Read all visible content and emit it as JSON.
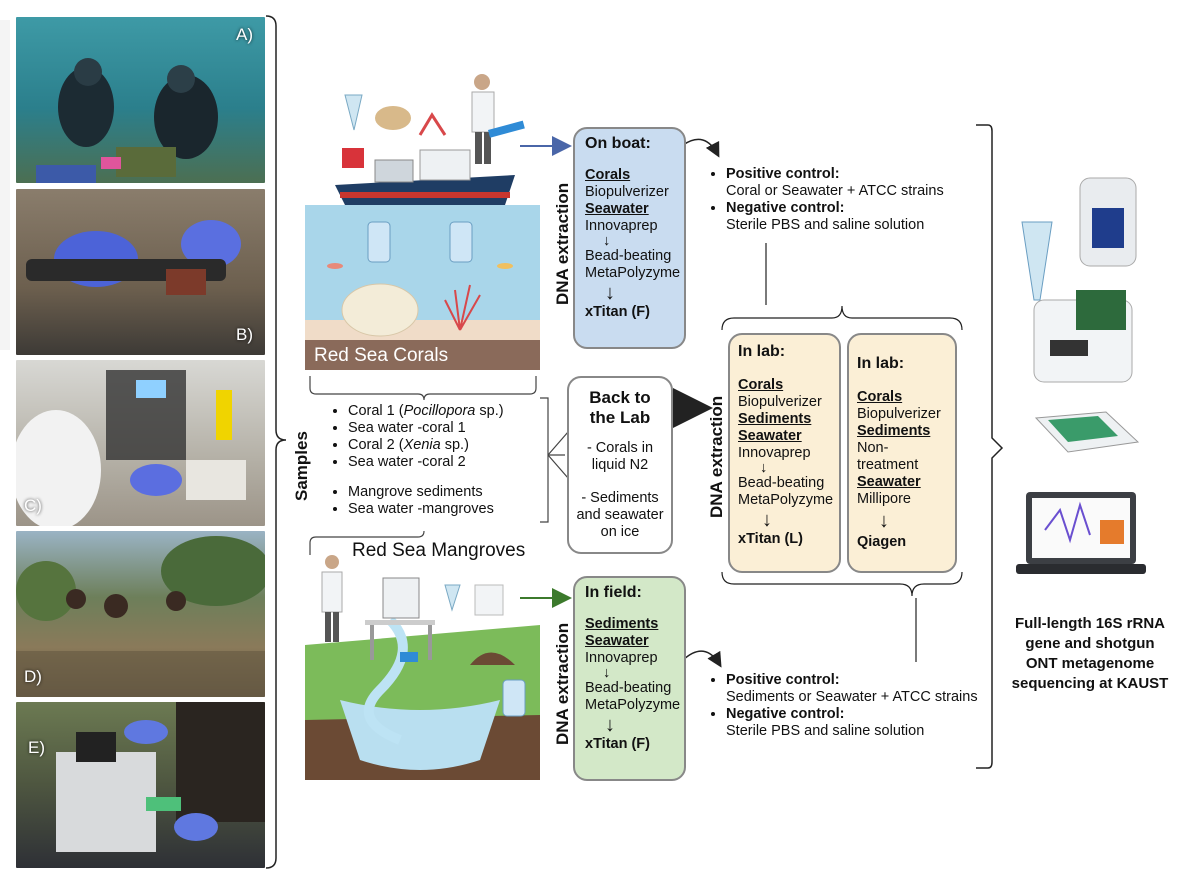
{
  "photos": [
    {
      "label": "A)",
      "label_pos": "top-right"
    },
    {
      "label": "B)",
      "label_pos": "bottom-right"
    },
    {
      "label": "C)",
      "label_pos": "bottom-left"
    },
    {
      "label": "D)",
      "label_pos": "bottom-left"
    },
    {
      "label": "E)",
      "label_pos": "top-left"
    }
  ],
  "scenes": {
    "corals_label": "Red Sea Corals",
    "mangroves_label": "Red Sea Mangroves"
  },
  "samples": {
    "heading": "Samples",
    "items_a": [
      {
        "pre": "Coral 1 (",
        "em": "Pocillopora",
        "post": " sp.)"
      },
      {
        "pre": "Sea water -coral 1",
        "em": "",
        "post": ""
      },
      {
        "pre": "Coral 2 (",
        "em": "Xenia",
        "post": " sp.)"
      },
      {
        "pre": "Sea water -coral 2",
        "em": "",
        "post": ""
      }
    ],
    "items_b": [
      "Mangrove sediments",
      "Sea water -mangroves"
    ]
  },
  "boat_box": {
    "side_label": "DNA extraction",
    "title": "On boat:",
    "corals": "Corals",
    "corals_method": "Biopulverizer",
    "seawater": "Seawater",
    "seawater_method": "Innovaprep",
    "step1": "Bead-beating",
    "step2": "MetaPolyzyme",
    "result": "xTitan (F)"
  },
  "field_box": {
    "side_label": "DNA extraction",
    "title": "In field:",
    "sediments": "Sediments",
    "seawater": "Seawater",
    "method": "Innovaprep",
    "step1": "Bead-beating",
    "step2": "MetaPolyzyme",
    "result": "xTitan (F)"
  },
  "controls_top": {
    "pos_label": "Positive control:",
    "pos_text": "Coral or Seawater + ATCC strains",
    "neg_label": "Negative control:",
    "neg_text": "Sterile PBS and saline solution"
  },
  "controls_bottom": {
    "pos_label": "Positive control:",
    "pos_text": "Sediments or Seawater + ATCC strains",
    "neg_label": "Negative control:",
    "neg_text": "Sterile PBS and saline solution"
  },
  "back_lab": {
    "title_line1": "Back to",
    "title_line2": "the Lab",
    "line1": "- Corals in",
    "line2": "liquid N2",
    "line3": "- Sediments",
    "line4": "and seawater",
    "line5": "on ice"
  },
  "lab_box1": {
    "side_label": "DNA extraction",
    "title": "In lab:",
    "corals": "Corals",
    "corals_method": "Biopulverizer",
    "sediments": "Sediments",
    "seawater": "Seawater",
    "method": "Innovaprep",
    "step1": "Bead-beating",
    "step2": "MetaPolyzyme",
    "result": "xTitan (L)"
  },
  "lab_box2": {
    "title": "In lab:",
    "corals": "Corals",
    "corals_method": "Biopulverizer",
    "sediments": "Sediments",
    "sediments_method": "Non-treatment",
    "seawater": "Seawater",
    "seawater_method": "Millipore",
    "result": "Qiagen"
  },
  "sequencing": {
    "line1": "Full-length 16S rRNA",
    "line2": "gene and shotgun",
    "line3": "ONT metagenome",
    "line4": "sequencing at KAUST"
  },
  "colors": {
    "boat_box": "#c9dcf0",
    "field_box": "#d3e8c8",
    "lab_box": "#fbefd6",
    "sea": "#a9d6ea",
    "arrow_blue": "#4a66a8",
    "arrow_green": "#3c7a2c"
  }
}
